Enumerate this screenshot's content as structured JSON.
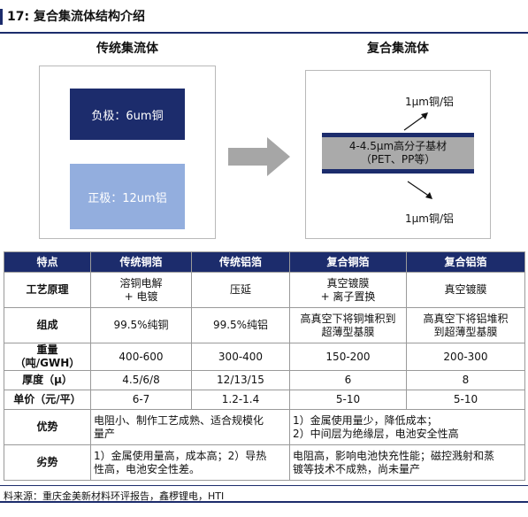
{
  "figure_title": "17:  复合集流体结构介绍",
  "left_panel": {
    "title": "传统集流体",
    "negative_label": "负极：6um铜",
    "positive_label": "正极：12um铝"
  },
  "right_panel": {
    "title": "复合集流体",
    "top_layer": "1μm铜/铝",
    "bottom_layer": "1μm铜/铝",
    "substrate_line1": "4-4.5μm高分子基材",
    "substrate_line2": "（PET、PP等）"
  },
  "colors": {
    "navy": "#1c2c6c",
    "light_blue": "#93aede",
    "substrate_grey": "#aaaaaa",
    "arrow_grey": "#a6a6a6"
  },
  "table": {
    "headers": [
      "特点",
      "传统铜箔",
      "传统铝箔",
      "复合铜箔",
      "复合铝箔"
    ],
    "rows": [
      {
        "label": "工艺原理",
        "cells": [
          "溶铜电解\n+ 电镀",
          "压延",
          "真空镀膜\n+ 离子置换",
          "真空镀膜"
        ]
      },
      {
        "label": "组成",
        "cells": [
          "99.5%纯铜",
          "99.5%纯铝",
          "高真空下将铜堆积到\n超薄型基膜",
          "高真空下将铝堆积\n到超薄型基膜"
        ]
      },
      {
        "label": "重量（吨/GWH）",
        "cells": [
          "400-600",
          "300-400",
          "150-200",
          "200-300"
        ]
      },
      {
        "label": "厚度（μ）",
        "cells": [
          "4.5/6/8",
          "12/13/15",
          "6",
          "8"
        ]
      },
      {
        "label": "单价（元/平）",
        "cells": [
          "6-7",
          "1.2-1.4",
          "5-10",
          "5-10"
        ]
      }
    ],
    "advantage": {
      "label": "优势",
      "traditional": "电阻小、制作工艺成熟、适合规模化\n量产",
      "composite": "1）金属使用量少，降低成本；\n2）中间层为绝缘层，电池安全性高"
    },
    "disadvantage": {
      "label": "劣势",
      "traditional": "1）金属使用量高，成本高；2）导热\n性高，电池安全性差。",
      "composite": "电阻高，影响电池快充性能；磁控溅射和蒸\n镀等技术不成熟，尚未量产"
    }
  },
  "source": "料来源：重庆金美新材料环评报告，鑫椤锂电，HTI"
}
